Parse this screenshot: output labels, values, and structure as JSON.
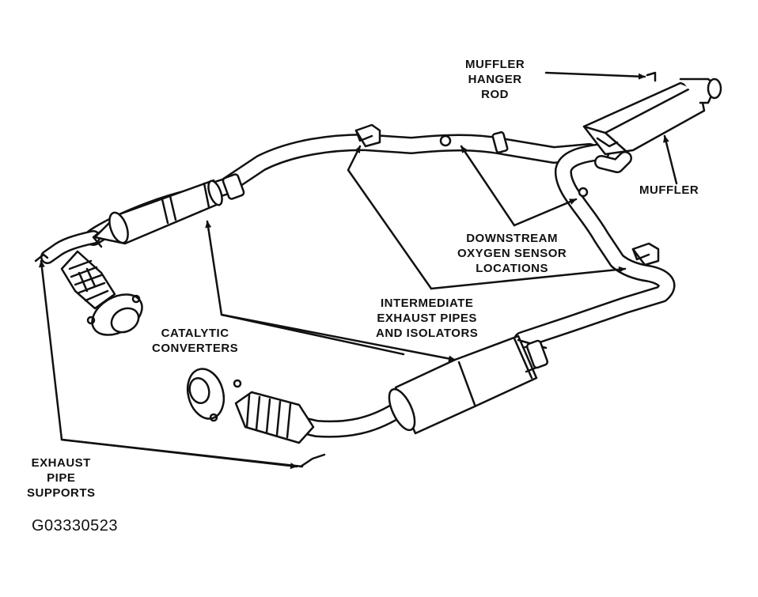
{
  "labels": {
    "muffler_hanger_rod": [
      "MUFFLER",
      "HANGER",
      "ROD"
    ],
    "muffler": "MUFFLER",
    "downstream_o2": [
      "DOWNSTREAM",
      "OXYGEN SENSOR",
      "LOCATIONS"
    ],
    "intermediate_pipes": [
      "INTERMEDIATE",
      "EXHAUST PIPES",
      "AND ISOLATORS"
    ],
    "catalytic_converters": [
      "CATALYTIC",
      "CONVERTERS"
    ],
    "exhaust_pipe_supports": [
      "EXHAUST",
      "PIPE",
      "SUPPORTS"
    ]
  },
  "figure_code": "G03330523"
}
